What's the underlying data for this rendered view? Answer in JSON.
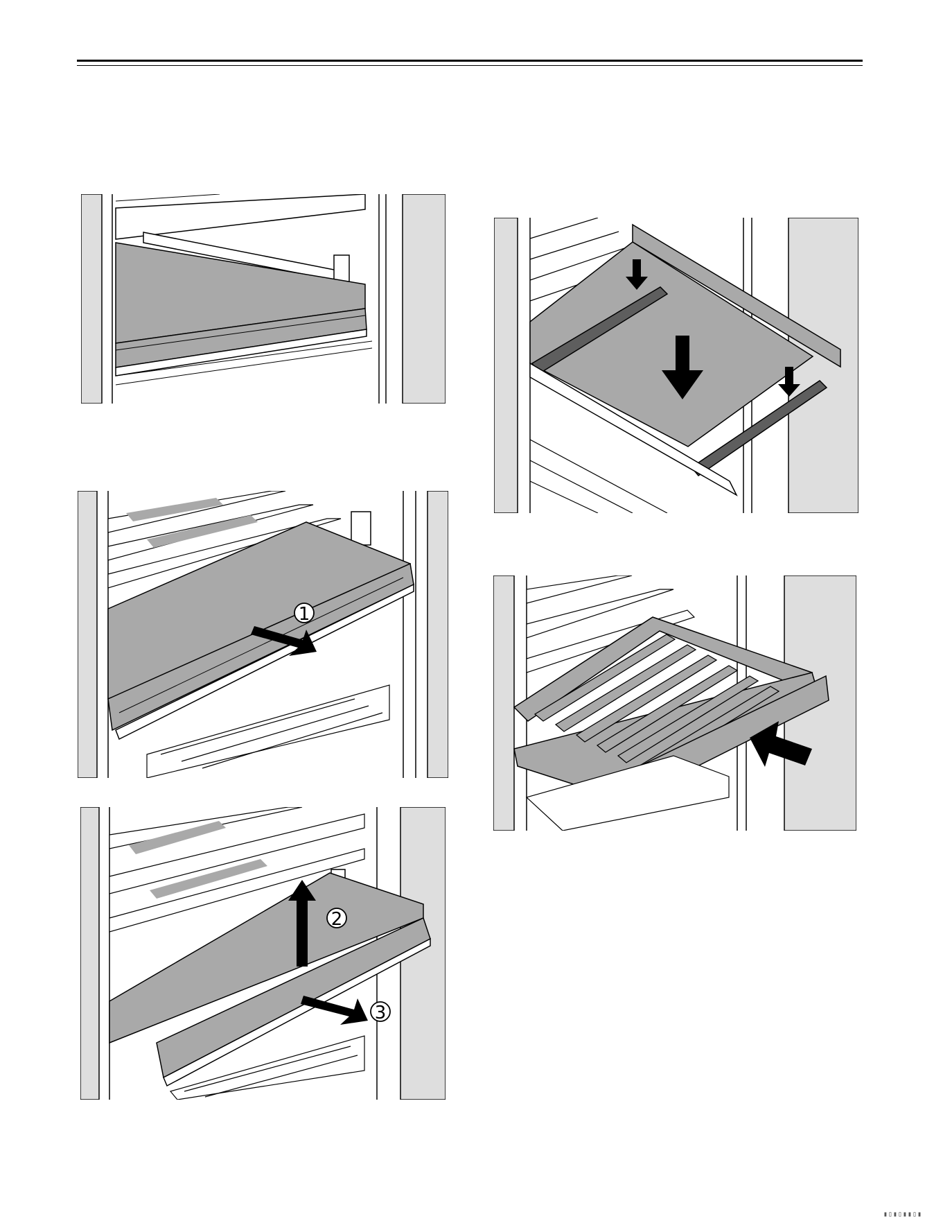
{
  "figures": {
    "fig1": {
      "description_icon": "shelf-in-cabinet-icon"
    },
    "fig2": {
      "step": "1",
      "description_icon": "pull-out-arrow-icon"
    },
    "fig3": {
      "step_lift": "2",
      "step_pull": "3",
      "description_icon": "lift-and-pull-arrow-icon"
    },
    "fig4": {
      "description_icon": "insert-down-arrow-icon"
    },
    "fig5": {
      "description_icon": "push-in-arrow-icon"
    }
  },
  "colors": {
    "shelf_fill": "#a9a9a9",
    "side_panel": "#dedede",
    "rail_dark": "#5e5e5e",
    "line": "#000000"
  }
}
